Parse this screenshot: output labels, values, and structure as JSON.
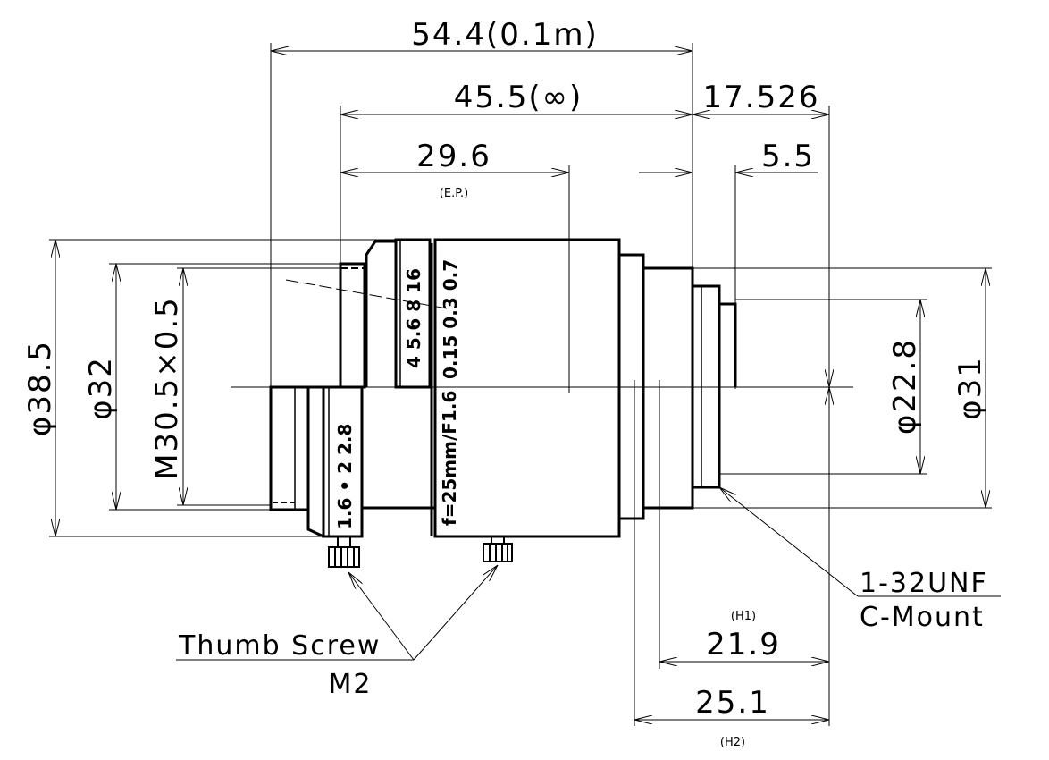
{
  "dimensions": {
    "total_close": "54.4(0.1m)",
    "total_infinity": "45.5(∞)",
    "flange_back": "17.526",
    "entrance_pupil": "29.6",
    "entrance_pupil_label": "(E.P.)",
    "rear_protrusion": "5.5",
    "dia_outer": "φ38.5",
    "dia_32": "φ32",
    "filter_thread": "M30.5×0.5",
    "dia_22_8": "φ22.8",
    "dia_31": "φ31",
    "h1_label": "(H1)",
    "h1_value": "21.9",
    "h2_label": "(H2)",
    "h2_value": "25.1"
  },
  "callouts": {
    "thumb_screw": "Thumb Screw",
    "thumb_screw_size": "M2",
    "mount_thread": "1-32UNF",
    "mount_type": "C-Mount"
  },
  "lens_markings": {
    "aperture_upper": "4 5.6 8 16",
    "focus_scale": "0.15 0.3 0.7",
    "aperture_lower": "1.6 • 2 2.8",
    "spec": "f=25mm/F1.6"
  }
}
